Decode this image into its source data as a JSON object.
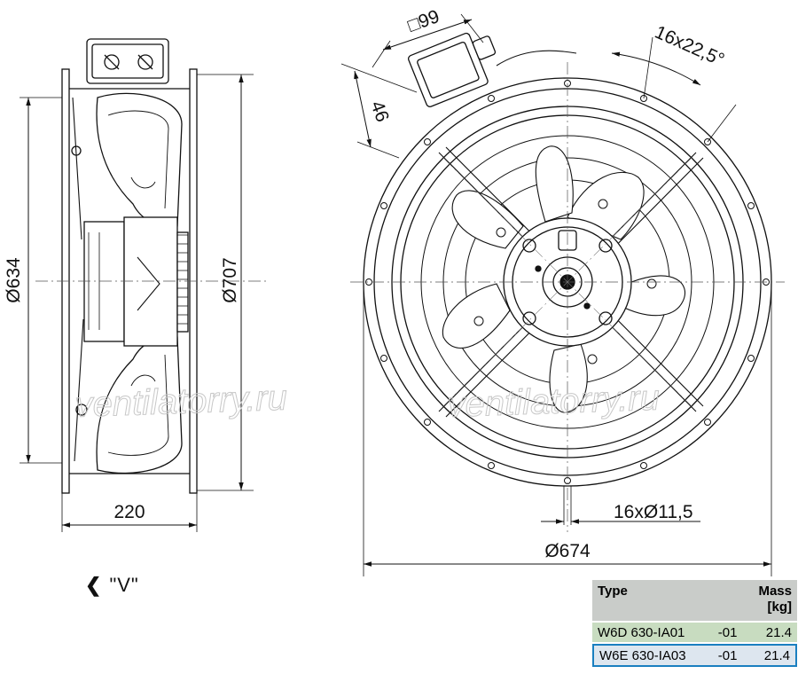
{
  "dimensions": {
    "square_flange": "□99",
    "box_height": "46",
    "bolt_pattern": "16x22,5°",
    "outer_diameter_side": "Ø634",
    "housing_diameter": "Ø707",
    "depth": "220",
    "mounting_holes": "16xØ11,5",
    "flange_diameter": "Ø674"
  },
  "view_label": "\"V\"",
  "watermark": "ventilatorry.ru",
  "table": {
    "headers": {
      "type": "Type",
      "mass": "Mass",
      "mass_unit": "[kg]"
    },
    "rows": [
      {
        "type": "W6D 630-IA01",
        "variant": "-01",
        "mass": "21.4"
      },
      {
        "type": "W6E 630-IA03",
        "variant": "-01",
        "mass": "21.4"
      }
    ]
  },
  "colors": {
    "line": "#111111",
    "highlight": "#1a7fc0",
    "row_a": "#c8dcc0",
    "row_b": "#dde6ef",
    "header": "#c9ccc9"
  }
}
